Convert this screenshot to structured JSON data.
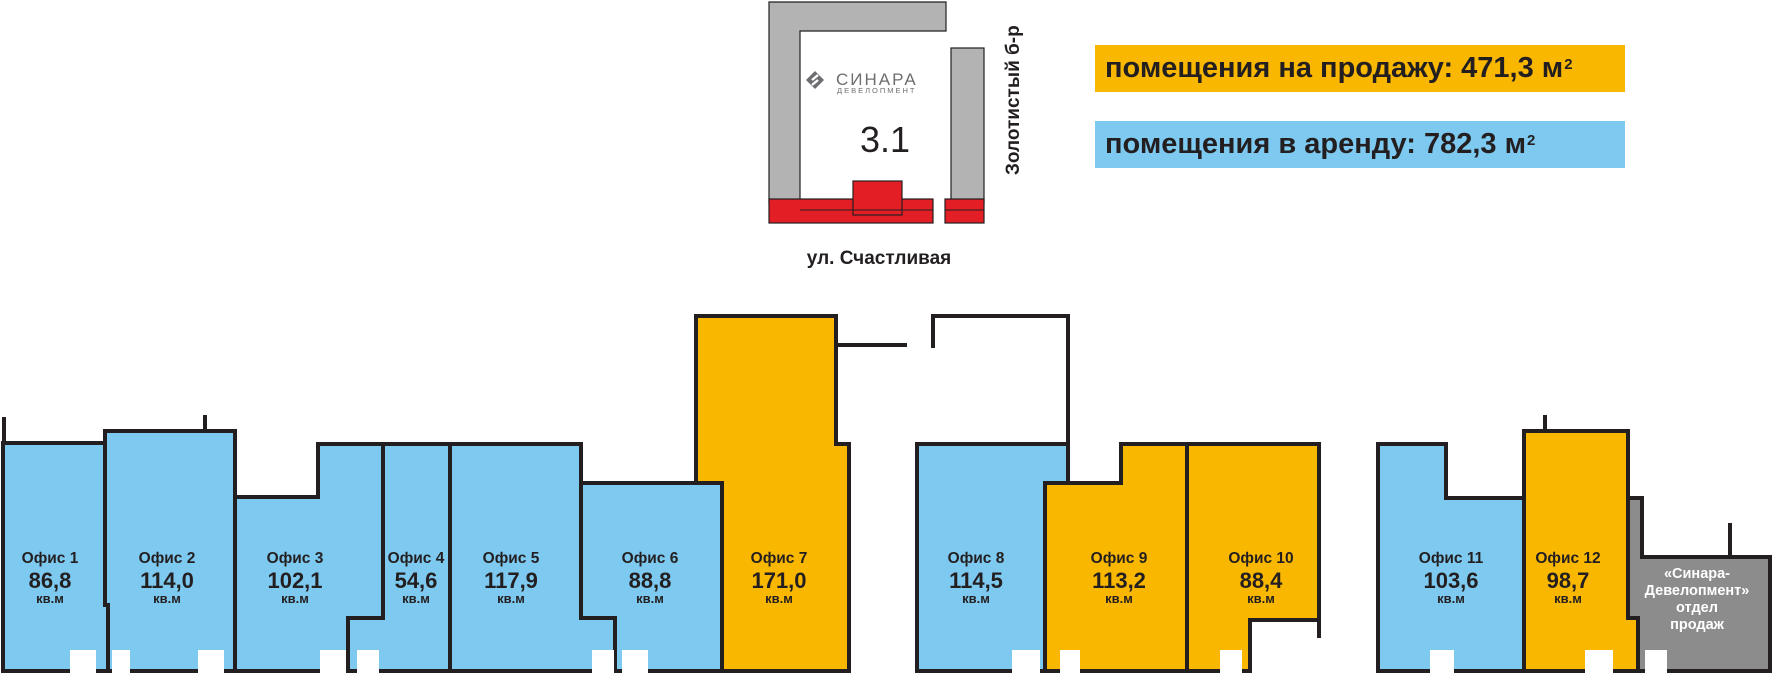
{
  "colors": {
    "sale": "#fab700",
    "rent": "#7dc9f0",
    "sales_dept": "#8c8c8c",
    "building": "#b3b3b3",
    "entrances": "#e31e24",
    "outline": "#231f20"
  },
  "legend": {
    "sale": {
      "text": "помещения на продажу: 471,3 м",
      "sup": "2"
    },
    "rent": {
      "text": "помещения в аренду: 782,3 м",
      "sup": "2"
    }
  },
  "key_plan": {
    "logo_name": "СИНАРА",
    "logo_sub": "ДЕВЕЛОПМЕНТ",
    "building_number": "3.1",
    "street_right": "Золотистый б-р",
    "street_bottom": "ул. Счастливая"
  },
  "offices": [
    {
      "id": "1",
      "label": "Офис 1",
      "area": "86,8",
      "unit": "кв.м",
      "status": "rent"
    },
    {
      "id": "2",
      "label": "Офис 2",
      "area": "114,0",
      "unit": "кв.м",
      "status": "rent"
    },
    {
      "id": "3",
      "label": "Офис 3",
      "area": "102,1",
      "unit": "кв.м",
      "status": "rent"
    },
    {
      "id": "4",
      "label": "Офис 4",
      "area": "54,6",
      "unit": "кв.м",
      "status": "rent"
    },
    {
      "id": "5",
      "label": "Офис 5",
      "area": "117,9",
      "unit": "кв.м",
      "status": "rent"
    },
    {
      "id": "6",
      "label": "Офис 6",
      "area": "88,8",
      "unit": "кв.м",
      "status": "rent"
    },
    {
      "id": "7",
      "label": "Офис 7",
      "area": "171,0",
      "unit": "кв.м",
      "status": "sale"
    },
    {
      "id": "8",
      "label": "Офис 8",
      "area": "114,5",
      "unit": "кв.м",
      "status": "rent"
    },
    {
      "id": "9",
      "label": "Офис 9",
      "area": "113,2",
      "unit": "кв.м",
      "status": "sale"
    },
    {
      "id": "10",
      "label": "Офис 10",
      "area": "88,4",
      "unit": "кв.м",
      "status": "sale"
    },
    {
      "id": "11",
      "label": "Офис 11",
      "area": "103,6",
      "unit": "кв.м",
      "status": "rent"
    },
    {
      "id": "12",
      "label": "Офис 12",
      "area": "98,7",
      "unit": "кв.м",
      "status": "sale"
    }
  ],
  "sales_office": {
    "lines": [
      "«Синара-",
      "Девелопмент»",
      "отдел",
      "продаж"
    ]
  }
}
